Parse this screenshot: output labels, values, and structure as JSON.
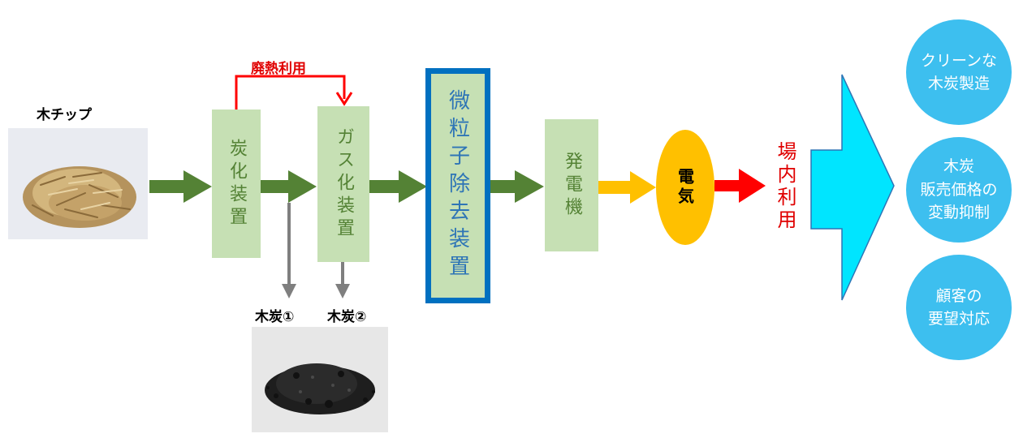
{
  "input": {
    "label": "木チップ"
  },
  "waste_heat": {
    "label": "廃熱利用"
  },
  "process": {
    "carbonizer": "炭化装置",
    "gasifier": "ガス化装置",
    "particle_removal": "微粒子除去装置",
    "generator": "発電機",
    "electricity": "電気",
    "onsite_use": "場内利用"
  },
  "charcoal": {
    "label1": "木炭①",
    "label2": "木炭②"
  },
  "benefits": {
    "b1": {
      "line1": "クリーンな",
      "line2": "木炭製造"
    },
    "b2": {
      "line1": "木炭",
      "line2": "販売価格の",
      "line3": "変動抑制"
    },
    "b3": {
      "line1": "顧客の",
      "line2": "要望対応"
    }
  },
  "colors": {
    "process_box": "#c6e0b4",
    "process_text": "#548235",
    "flow_arrow": "#548235",
    "charcoal_arrow": "#7f7f7f",
    "waste_heat": "#ff0000",
    "power_arrow": "#ffc000",
    "electricity": "#ffc000",
    "onsite_arrow": "#ff0000",
    "highlight_border": "#0070c0",
    "big_arrow": "#00e5ff",
    "benefit_circle": "#3dbfef"
  }
}
